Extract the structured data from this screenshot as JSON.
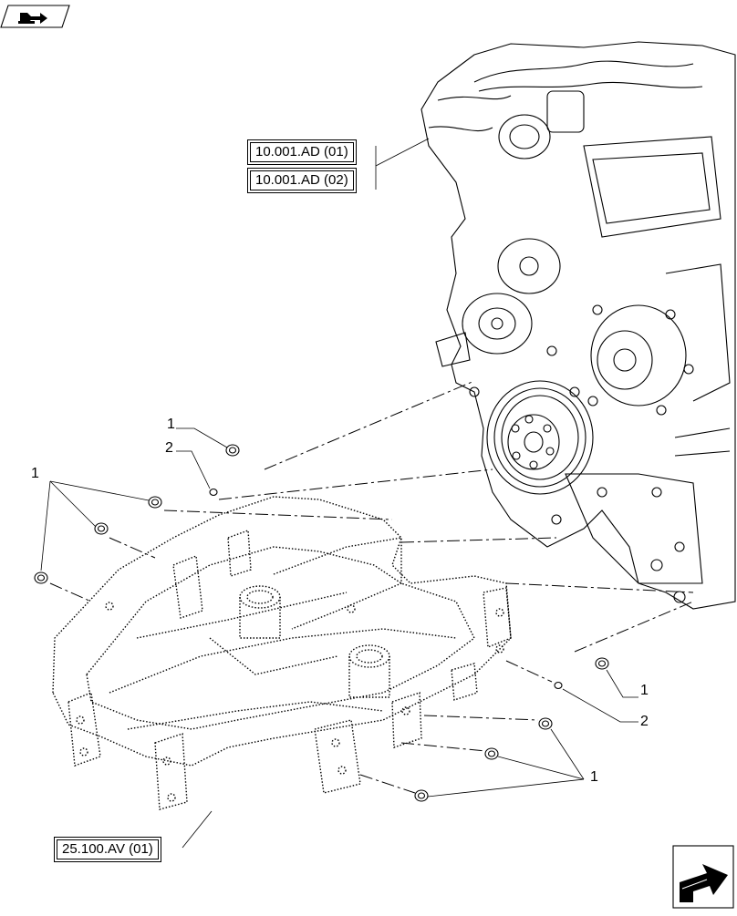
{
  "references": {
    "engine_ref_1": "10.001.AD (01)",
    "engine_ref_2": "10.001.AD (02)",
    "frame_ref": "25.100.AV (01)"
  },
  "callouts": {
    "bushing_top_left": "1",
    "pin_top_left": "2",
    "bushings_left_group": "1",
    "bushing_right": "1",
    "pin_right": "2",
    "bushings_bottom_group": "1"
  },
  "icons": {
    "top_left": "book-arrow-icon",
    "bottom_right": "next-page-arrow-icon"
  }
}
